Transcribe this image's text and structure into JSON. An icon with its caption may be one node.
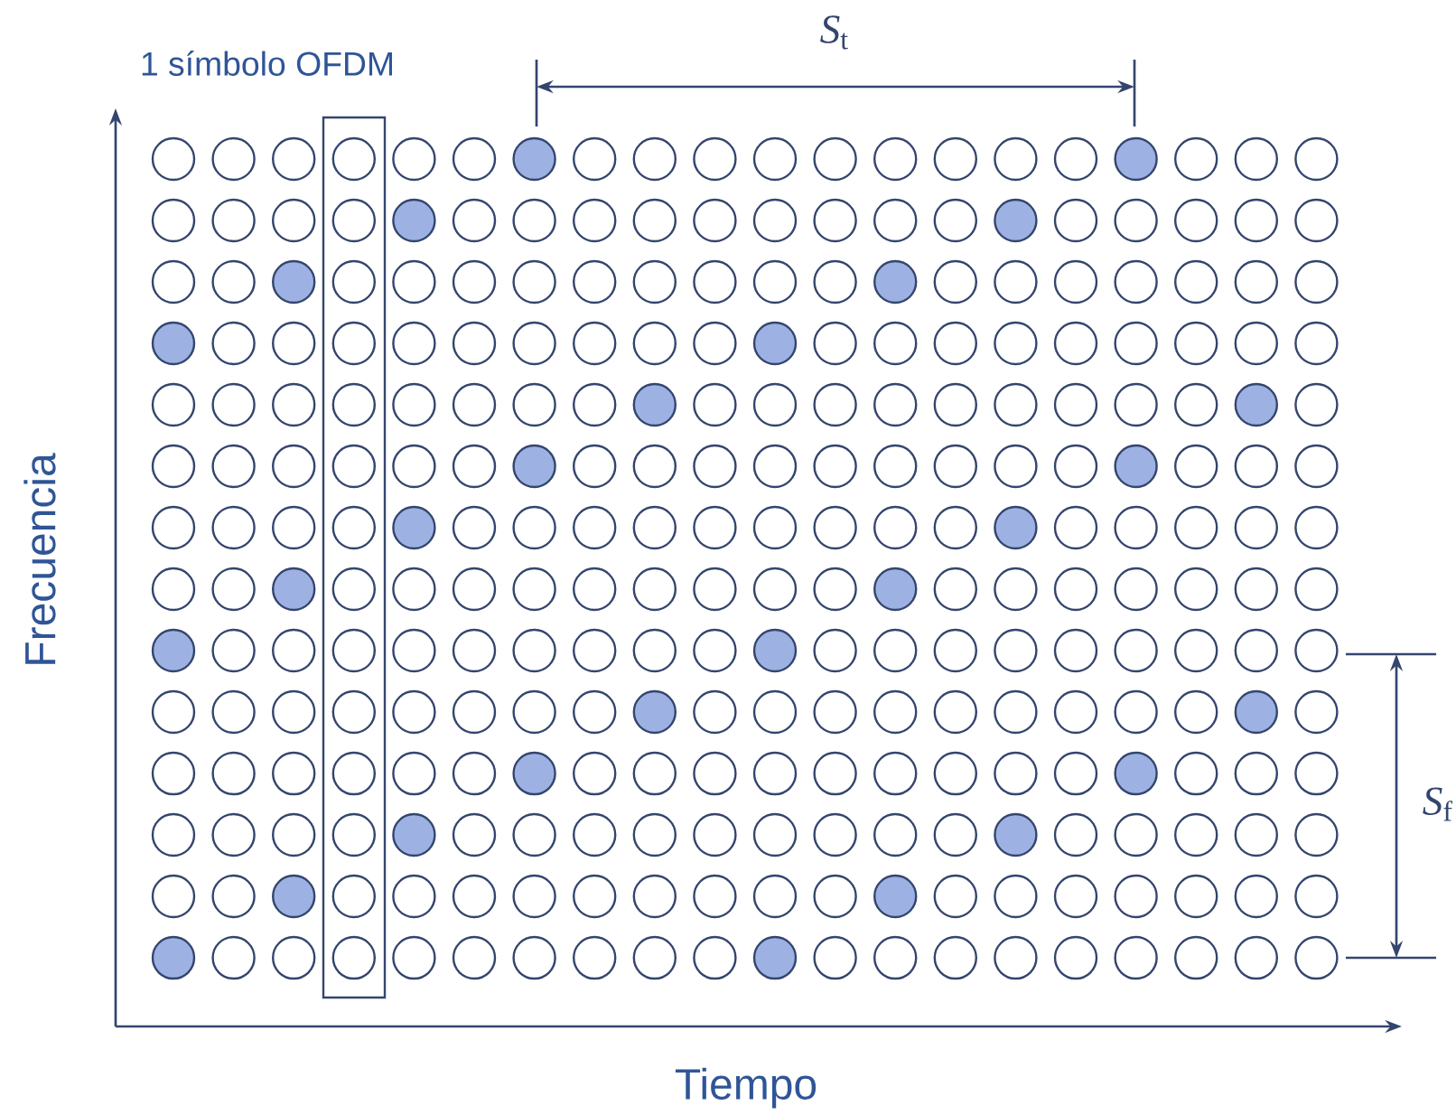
{
  "diagram": {
    "labels": [
      "1 símbolo OFDM",
      "*S*$_{t}$",
      "Frecuencia",
      "*S*$_{f}$",
      "Tiempo"
    ]
  }
}
